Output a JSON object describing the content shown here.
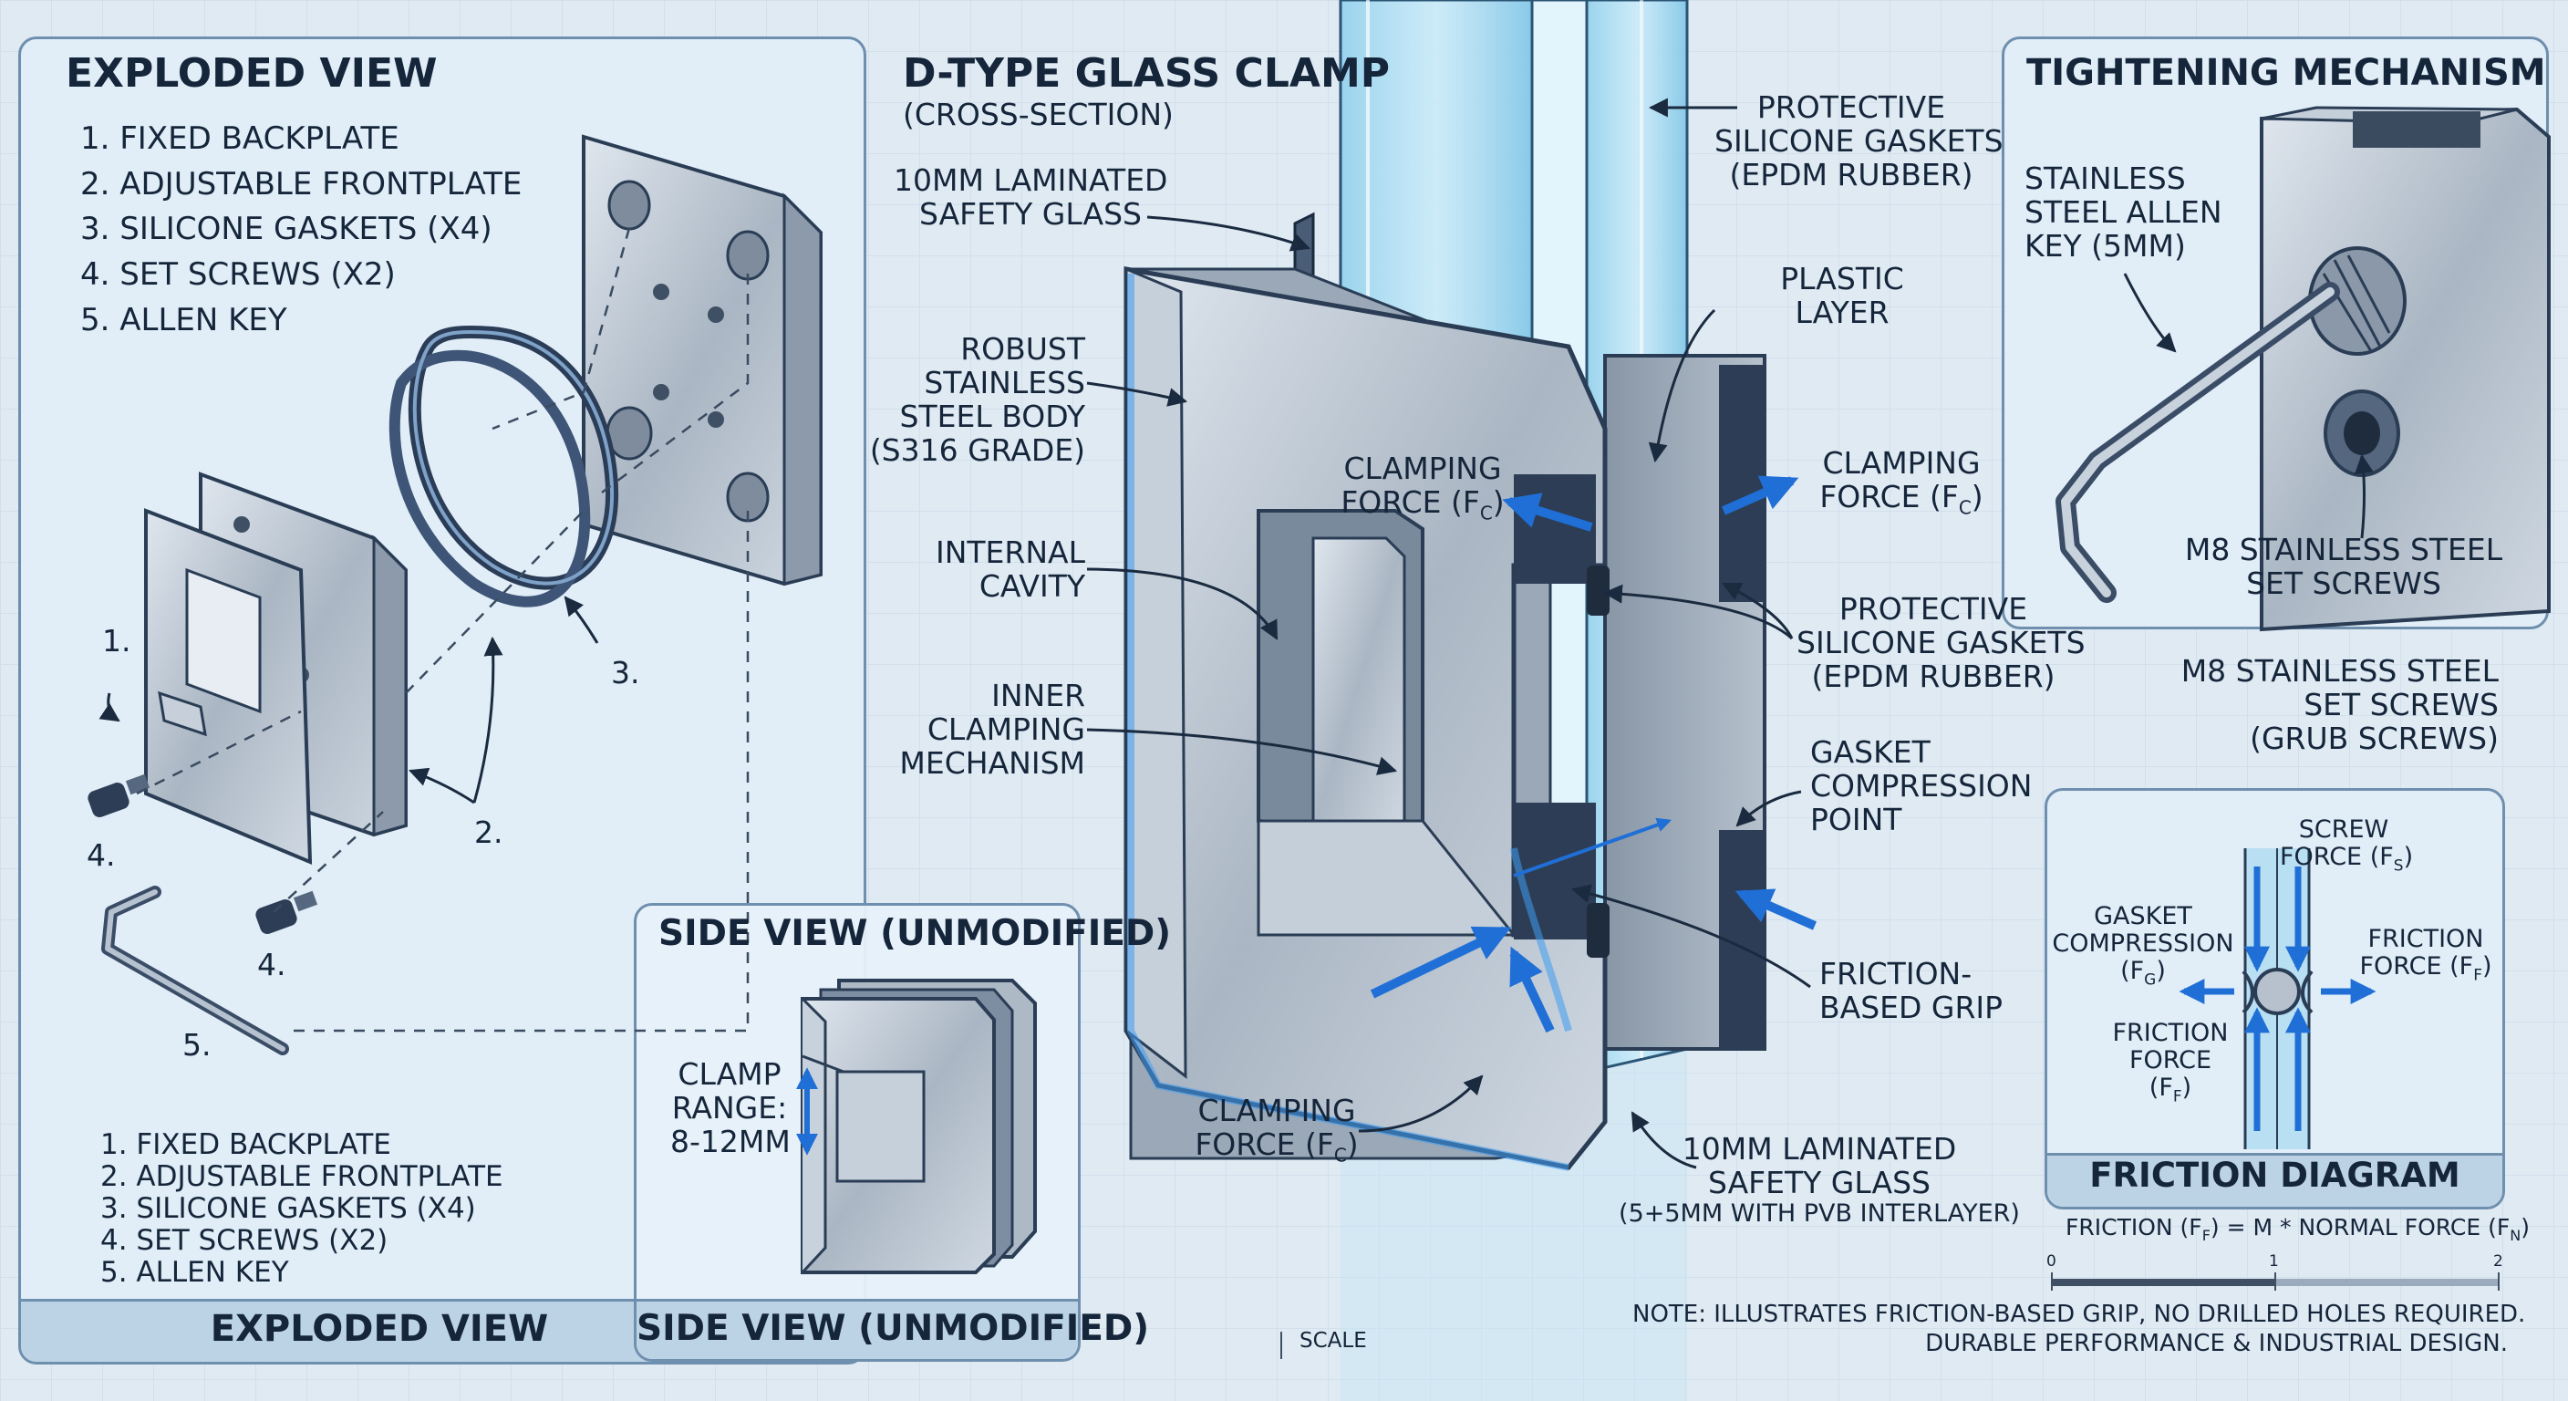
{
  "exploded": {
    "title": "EXPLODED VIEW",
    "parts": [
      "1. FIXED BACKPLATE",
      "2. ADJUSTABLE FRONTPLATE",
      "3. SILICONE GASKETS (X4)",
      "4. SET SCREWS (X2)",
      "5. ALLEN KEY"
    ],
    "callouts": [
      "1.",
      "2.",
      "3.",
      "4.",
      "4.",
      "5."
    ],
    "footer": "EXPLODED VIEW"
  },
  "side_view": {
    "title": "SIDE VIEW (UNMODIFIED)",
    "range_lines": [
      "CLAMP",
      "RANGE:",
      "8-12MM"
    ],
    "footer": "SIDE VIEW (UNMODIFIED)"
  },
  "main": {
    "title": "D-TYPE GLASS CLAMP",
    "subtitle": "(CROSS-SECTION)",
    "labels": {
      "glass_top": [
        "10MM LAMINATED",
        "SAFETY GLASS"
      ],
      "body": [
        "ROBUST",
        "STAINLESS",
        "STEEL BODY",
        "(S316 GRADE)"
      ],
      "cavity": [
        "INTERNAL",
        "CAVITY"
      ],
      "inner": [
        "INNER",
        "CLAMPING",
        "MECHANISM"
      ],
      "gasket_top": [
        "PROTECTIVE",
        "SILICONE GASKETS",
        "(EPDM RUBBER)"
      ],
      "plastic": [
        "PLASTIC",
        "LAYER"
      ],
      "clamp_left": [
        "CLAMPING",
        "FORCE (F",
        "C",
        ")"
      ],
      "clamp_right": [
        "CLAMPING",
        "FORCE (F",
        "C",
        ")"
      ],
      "gasket_mid": [
        "PROTECTIVE",
        "SILICONE GASKETS",
        "(EPDM RUBBER)"
      ],
      "compression": [
        "GASKET",
        "COMPRESSION",
        "POINT"
      ],
      "friction": [
        "FRICTION-",
        "BASED GRIP"
      ],
      "clamp_bottom": [
        "CLAMPING",
        "FORCE (F",
        "C",
        ")"
      ],
      "glass_bottom": [
        "10MM LAMINATED",
        "SAFETY GLASS",
        "(5+5MM WITH PVB INTERLAYER)"
      ]
    },
    "scale_label": "SCALE"
  },
  "tightening": {
    "title": "TIGHTENING MECHANISM",
    "allen": [
      "STAINLESS",
      "STEEL ALLEN",
      "KEY (5MM)"
    ],
    "screws": [
      "M8 STAINLESS STEEL",
      "SET SCREWS"
    ]
  },
  "grub": [
    "M8 STAINLESS STEEL",
    "SET SCREWS",
    "(GRUB SCREWS)"
  ],
  "friction_diagram": {
    "title": "FRICTION DIAGRAM",
    "screw": [
      "SCREW",
      "FORCE (F",
      "S",
      ")"
    ],
    "gasket": [
      "GASKET",
      "COMPRESSION",
      "(F",
      "G",
      ")"
    ],
    "friction_right": [
      "FRICTION",
      "FORCE (F",
      "F",
      ")"
    ],
    "friction_left": [
      "FRICTION",
      "FORCE",
      "(F",
      "F",
      ")"
    ],
    "formula": [
      "FRICTION (F",
      "F",
      ") = μ * NORMAL FORCE (F",
      "N",
      ")"
    ],
    "scale_ticks": [
      "0",
      "1",
      "2"
    ]
  },
  "note": [
    "NOTE: ILLUSTRATES FRICTION-BASED GRIP, NO DRILLED HOLES REQUIRED.",
    "DURABLE PERFORMANCE & INDUSTRIAL DESIGN."
  ],
  "colors": {
    "accent": "#1f6fd6",
    "steel": "#b4c0cc",
    "glass": "#9fd6ee",
    "outline": "#2a3d55"
  }
}
